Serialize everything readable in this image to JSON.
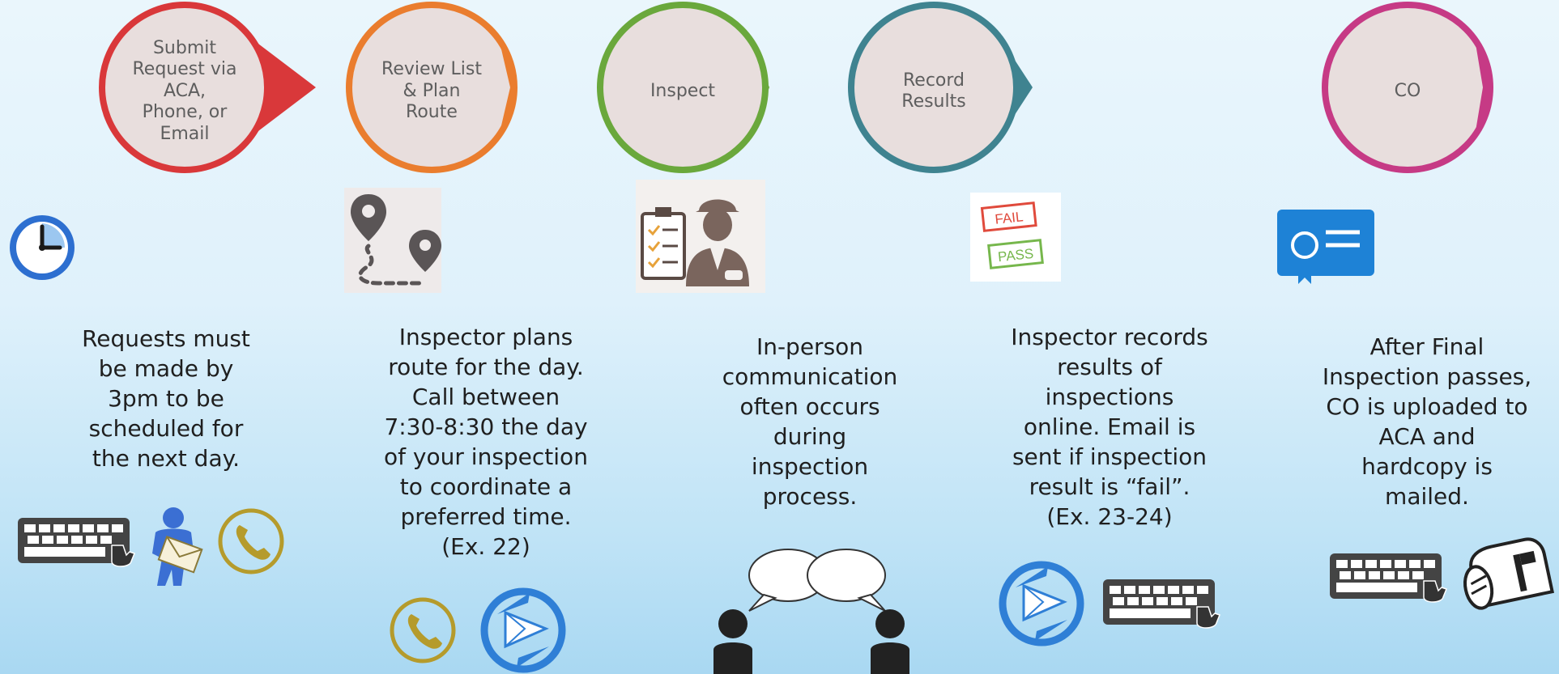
{
  "steps": [
    {
      "label": "Submit\nRequest via\nACA,\nPhone, or\nEmail",
      "color": "#d9383a",
      "description": "Requests must\nbe made by\n3pm to be\nscheduled for\nthe next day."
    },
    {
      "label": "Review List\n& Plan\nRoute",
      "color": "#ea7d2e",
      "description": "Inspector plans\nroute for the day.\nCall between\n7:30-8:30 the day\nof your inspection\nto coordinate a\npreferred time.\n(Ex. 22)"
    },
    {
      "label": "Inspect",
      "color": "#6aa83c",
      "description": "In-person\ncommunication\noften occurs\nduring\ninspection\nprocess."
    },
    {
      "label": "Record\nResults",
      "color": "#3f8390",
      "description": "Inspector records\nresults of\ninspections\nonline. Email is\nsent if inspection\nresult is “fail”.\n(Ex. 23-24)"
    },
    {
      "label": "CO",
      "color": "#c63a85",
      "description": "After Final\nInspection passes,\nCO is uploaded to\nACA and\nhardcopy is\nmailed."
    }
  ],
  "stamps": {
    "fail": "FAIL",
    "pass": "PASS"
  },
  "icon_colors": {
    "phone": "#b59b2c",
    "email": "#2f7fd6",
    "certificate": "#1e82d6",
    "pin": "#5a5556",
    "person": "#222222"
  }
}
